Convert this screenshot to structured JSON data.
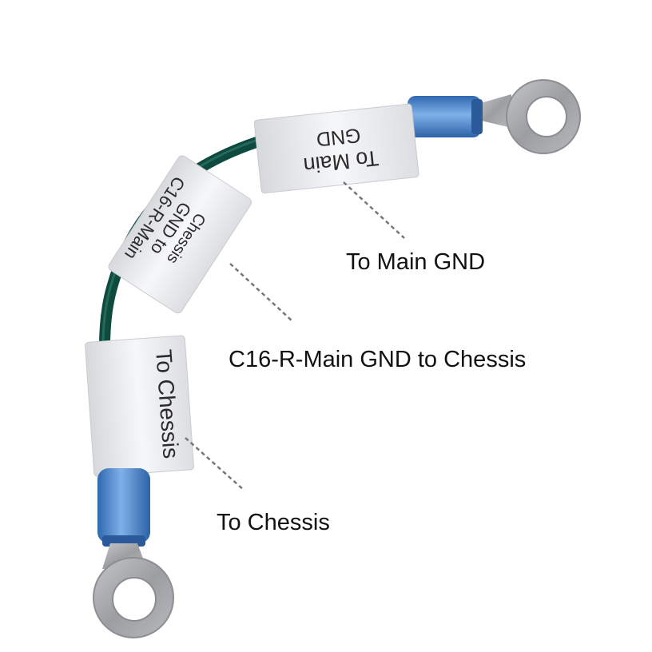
{
  "callouts": {
    "main_gnd": "To Main GND",
    "cable_name": "C16-R-Main GND to Chessis",
    "chassis": "To Chessis"
  },
  "sleeve_labels": {
    "top": [
      "To Main",
      "GND"
    ],
    "middle": [
      "C16-R-Main",
      "GND to",
      "Chessis"
    ],
    "bottom": "To Chessis"
  },
  "colors": {
    "wire": "#0f4a3e",
    "sleeve": "#ecedef",
    "insulator": "#3f7fc9",
    "ring_lug": "#a7a9ac",
    "leader": "#777777"
  }
}
